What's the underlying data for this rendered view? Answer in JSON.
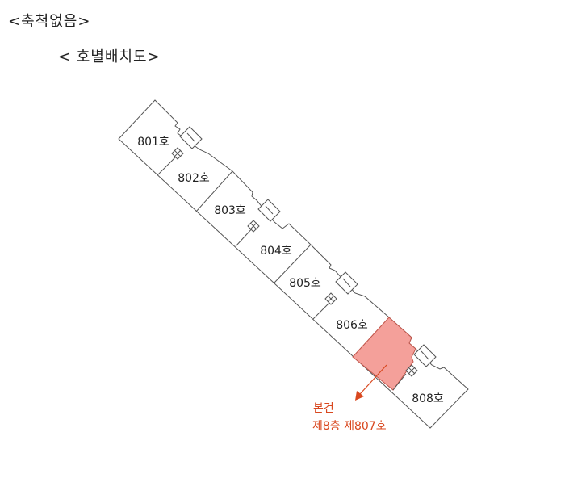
{
  "scale_note": "<축척없음>",
  "title": "< 호별배치도>",
  "units": [
    "801호",
    "802호",
    "803호",
    "804호",
    "805호",
    "806호",
    "808호"
  ],
  "subject": {
    "line1": "본건",
    "line2": "제8층 제807호",
    "unit": "807호"
  },
  "colors": {
    "highlight": "#f4a09a",
    "label": "#d9481f",
    "outline": "#555555"
  }
}
